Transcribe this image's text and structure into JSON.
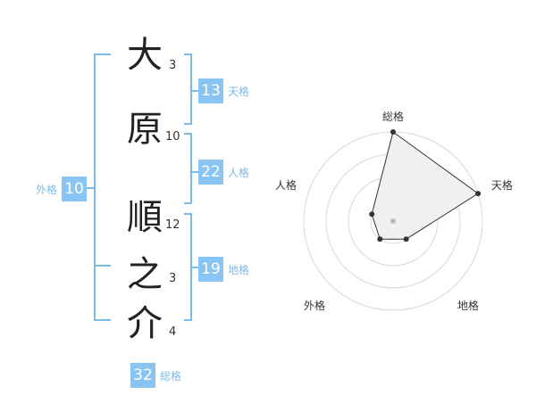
{
  "name_chars": [
    {
      "char": "大",
      "strokes": "3"
    },
    {
      "char": "原",
      "strokes": "10"
    },
    {
      "char": "順",
      "strokes": "12"
    },
    {
      "char": "之",
      "strokes": "3"
    },
    {
      "char": "介",
      "strokes": "4"
    }
  ],
  "badges": {
    "tenkaku": {
      "value": "13",
      "label": "天格"
    },
    "jinkaku": {
      "value": "22",
      "label": "人格"
    },
    "chikaku": {
      "value": "19",
      "label": "地格"
    },
    "gaikaku": {
      "value": "10",
      "label": "外格"
    },
    "soukaku": {
      "value": "32",
      "label": "総格"
    }
  },
  "colors": {
    "accent": "#89c4f2",
    "bracket": "#7bbbe8"
  },
  "radar": {
    "axes": [
      "総格",
      "天格",
      "地格",
      "外格",
      "人格"
    ],
    "levels": 4,
    "values": [
      4,
      4,
      1,
      1,
      1
    ]
  }
}
